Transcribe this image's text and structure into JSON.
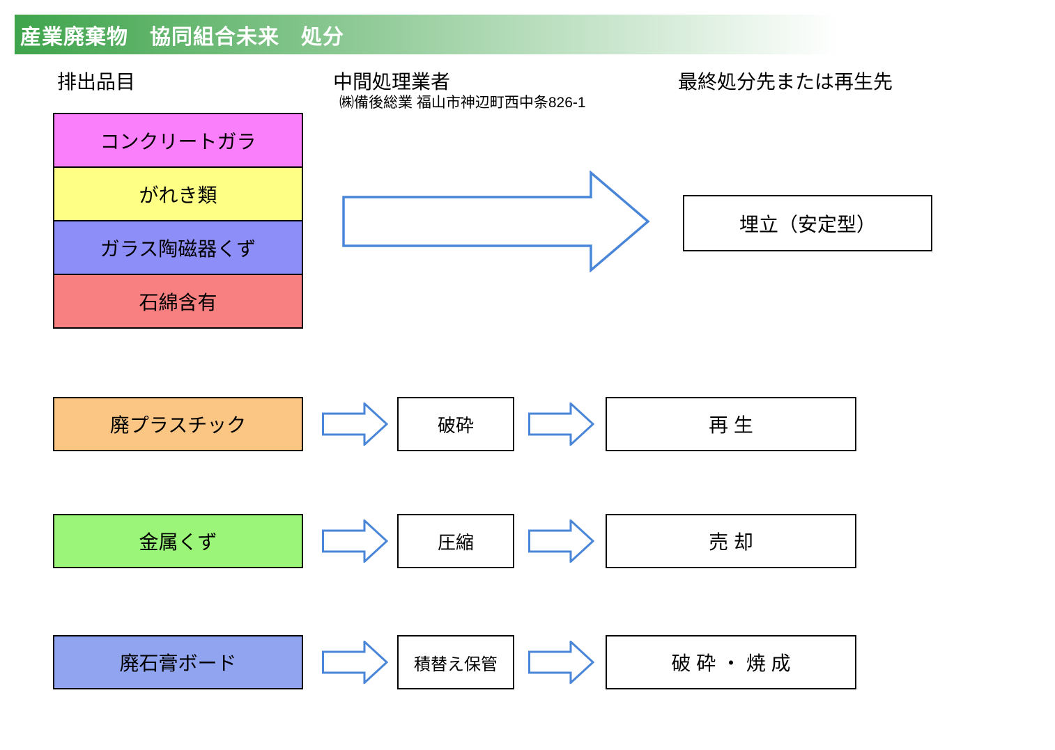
{
  "header": {
    "title": "産業廃棄物　協同組合未来　処分",
    "gradient_start": "#3ea44b",
    "gradient_end": "#ffffff"
  },
  "columns": {
    "source_label": "排出品目",
    "intermediate_label": "中間処理業者",
    "intermediate_sub": "㈱備後総業 福山市神辺町西中条826-1",
    "final_label": "最終処分先または再生先"
  },
  "stack_items": [
    {
      "label": "コンクリートガラ",
      "color": "#fa7ffa"
    },
    {
      "label": "がれき類",
      "color": "#feff85"
    },
    {
      "label": "ガラス陶磁器くず",
      "color": "#8e8ef8"
    },
    {
      "label": "石綿含有",
      "color": "#f98080"
    }
  ],
  "stack_flow": {
    "destination": "埋立（安定型）"
  },
  "rows": [
    {
      "source": "廃プラスチック",
      "source_color": "#fbc684",
      "process": "破砕",
      "destination": "再 生"
    },
    {
      "source": "金属くず",
      "source_color": "#9af578",
      "process": "圧縮",
      "destination": "売 却"
    },
    {
      "source": "廃石膏ボード",
      "source_color": "#90a4ef",
      "process": "積替え保管",
      "destination": "破 砕 ・ 焼 成"
    }
  ],
  "colors": {
    "arrow": "#4a86d8",
    "border": "#000000"
  }
}
